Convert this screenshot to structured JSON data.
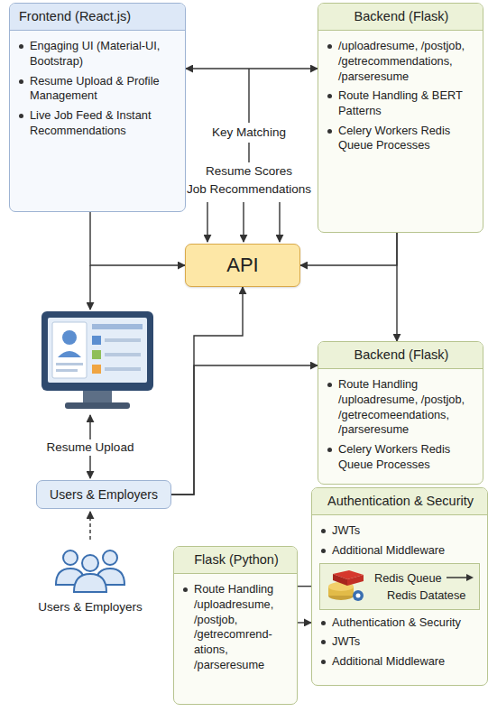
{
  "diagram": {
    "nodes": [
      {
        "text": [
          "Frontend (React.js)",
          "Engaging UI (Material-UI, Bootstrap)",
          "Resume Upload & Profile Management",
          "Live Job Feed & Instant Recommendations"
        ]
      },
      {
        "text": [
          "Backend (Flask)",
          "/uploadresume, /postjob, /getrecommendations, /parseresume",
          "Route Handling & BERT Patterns",
          "Celery Workers Redis Queue Processes"
        ]
      },
      {
        "text": [
          "API"
        ]
      },
      {
        "text": [
          "Backend (Flask)",
          "Route Handling /uploadresume, /postjob, /getrecomeendations, /parseresume",
          "Celery Workers Redis Queue Processes"
        ]
      },
      {
        "text": [
          "Users & Employers"
        ]
      },
      {
        "text": [
          "Authentication & Security",
          "JWTs",
          "Additional Middleware",
          "Authentication & Security",
          "JWTs",
          "Additional Middleware"
        ]
      },
      {
        "text": [
          "Redis Queue",
          "Redis Datatese"
        ],
        "in": 5
      },
      {
        "text": [
          "Flask (Python)",
          "Route Handling /uploadresume, /postjob, /getrecomrend-ations, /parseresume"
        ]
      }
    ],
    "edges": [
      {
        "from": 0,
        "to": 1,
        "arrow": "both"
      },
      {
        "from": 0,
        "to": 2,
        "arrow": "to"
      },
      {
        "from": 1,
        "to": 2,
        "arrow": "to"
      },
      {
        "from": 1,
        "to": 3,
        "arrow": "to"
      },
      {
        "from": 4,
        "to": 2,
        "arrow": "to"
      },
      {
        "from": 4,
        "to": 3,
        "arrow": "to"
      },
      {
        "from": 7,
        "to": 6,
        "arrow": "to"
      },
      {
        "from": 7,
        "to": 5,
        "arrow": "to"
      }
    ],
    "labels": [
      "Key Matching",
      "Resume Scores",
      "Job Recommendations",
      "Resume Upload",
      "Users & Employers"
    ]
  }
}
